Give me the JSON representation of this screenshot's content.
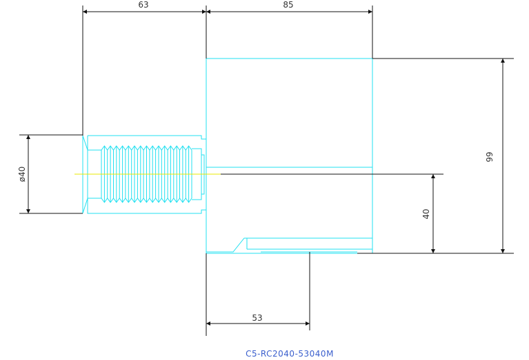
{
  "drawing": {
    "part_number": "C5-RC2040-53040M",
    "colors": {
      "outline": "#22e0f0",
      "dimension": "#111111",
      "centerline": "#e8e800",
      "title": "#3a5fcd",
      "background": "#ffffff"
    },
    "dimensions": {
      "shank_length": "63",
      "body_length": "85",
      "height": "99",
      "center_height": "40",
      "diameter": "ø40",
      "tool_offset": "53"
    }
  }
}
